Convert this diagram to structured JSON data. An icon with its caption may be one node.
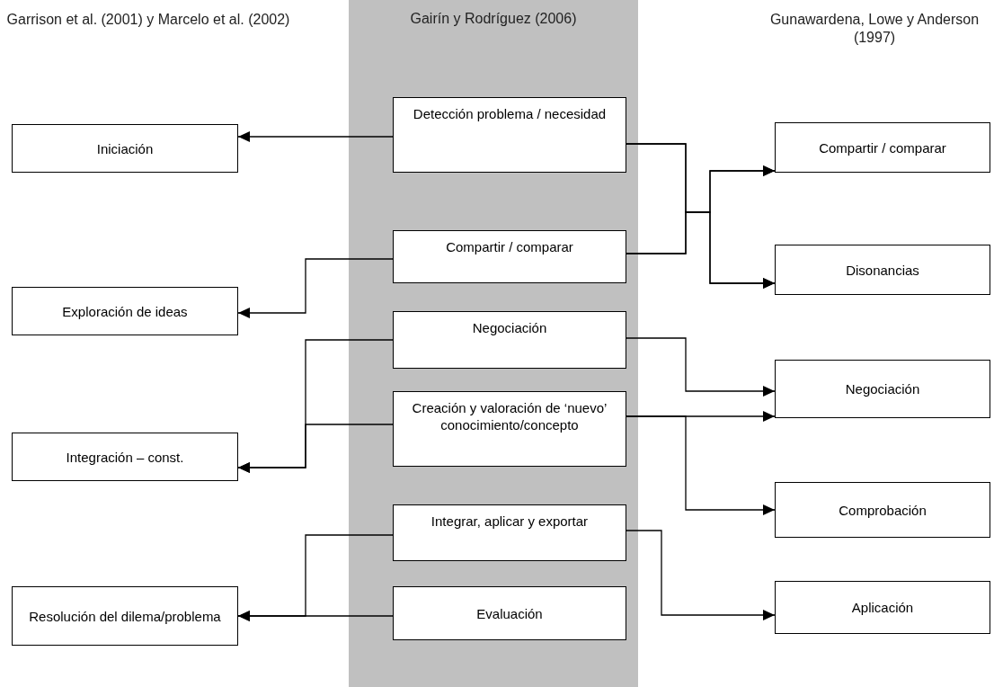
{
  "diagram": {
    "nodes": [
      {
        "text": [
          "Gairín y Rodríguez (2006)"
        ]
      },
      {
        "text": [
          "Detección problema / necesidad"
        ],
        "in": 0
      },
      {
        "text": [
          "Compartir / comparar"
        ],
        "in": 0
      },
      {
        "text": [
          "Negociación"
        ],
        "in": 0
      },
      {
        "text": [
          "Creación y valoración de ‘nuevo’ conocimiento/concepto"
        ],
        "in": 0
      },
      {
        "text": [
          "Integrar, aplicar y exportar"
        ],
        "in": 0
      },
      {
        "text": [
          "Evaluación"
        ],
        "in": 0
      },
      {
        "text": [
          "Iniciación"
        ]
      },
      {
        "text": [
          "Exploración de ideas"
        ]
      },
      {
        "text": [
          "Integración – const."
        ]
      },
      {
        "text": [
          "Resolución del dilema/problema"
        ]
      },
      {
        "text": [
          "Compartir / comparar"
        ]
      },
      {
        "text": [
          "Disonancias"
        ]
      },
      {
        "text": [
          "Negociación"
        ]
      },
      {
        "text": [
          "Comprobación"
        ]
      },
      {
        "text": [
          "Aplicación"
        ]
      }
    ],
    "edges": [
      {
        "from": 1,
        "to": 7,
        "arrow": "to"
      },
      {
        "from": 1,
        "to": 11,
        "arrow": "to"
      },
      {
        "from": 1,
        "to": 12,
        "arrow": "to"
      },
      {
        "from": 2,
        "to": 11,
        "arrow": "to"
      },
      {
        "from": 2,
        "to": 12,
        "arrow": "to"
      },
      {
        "from": 2,
        "to": 8,
        "arrow": "to"
      },
      {
        "from": 3,
        "to": 9,
        "arrow": "to"
      },
      {
        "from": 4,
        "to": 9,
        "arrow": "to"
      },
      {
        "from": 3,
        "to": 13,
        "arrow": "to"
      },
      {
        "from": 4,
        "to": 13,
        "arrow": "to"
      },
      {
        "from": 4,
        "to": 14,
        "arrow": "to"
      },
      {
        "from": 5,
        "to": 10,
        "arrow": "to"
      },
      {
        "from": 6,
        "to": 10,
        "arrow": "to"
      },
      {
        "from": 5,
        "to": 15,
        "arrow": "to"
      }
    ],
    "labels": [
      "Garrison et al. (2001) y Marcelo et al. (2002)",
      "Gunawardena, Lowe y Anderson (1997)"
    ]
  }
}
